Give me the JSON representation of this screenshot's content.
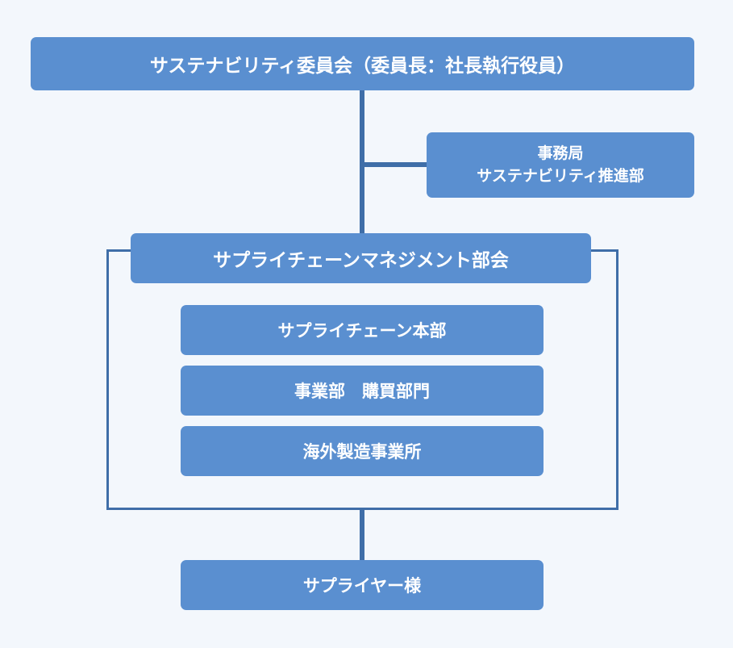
{
  "committee": {
    "label": "サステナビリティ委員会（委員長：社長執行役員）"
  },
  "secretariat": {
    "line1": "事務局",
    "line2": "サステナビリティ推進部"
  },
  "subcommittee": {
    "label": "サプライチェーンマネジメント部会",
    "members": [
      {
        "label": "サプライチェーン本部"
      },
      {
        "label": "事業部　購買部門"
      },
      {
        "label": "海外製造事業所"
      }
    ]
  },
  "suppliers": {
    "label": "サプライヤー様"
  },
  "colors": {
    "box_fill": "#5a8fd0",
    "line": "#3f6ea8",
    "background": "#f3f7fc",
    "text": "#ffffff"
  }
}
